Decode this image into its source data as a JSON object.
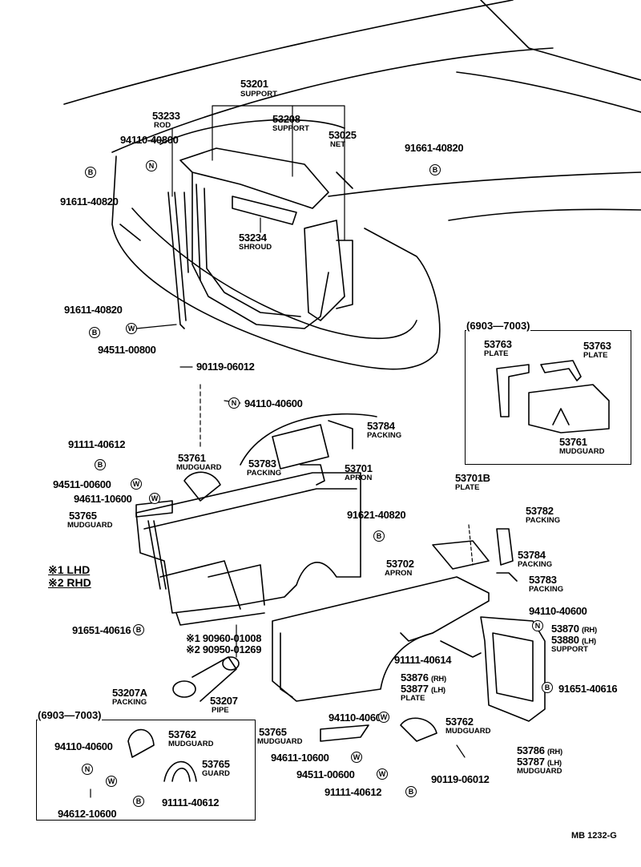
{
  "diagram_ref": "MB 1232-G",
  "legend": {
    "lhd": "※1 LHD",
    "rhd": "※2 RHD"
  },
  "inset_right": {
    "title": "(6903—7003)"
  },
  "inset_left": {
    "title": "(6903—7003)"
  },
  "labels": {
    "p53201": "53201",
    "p53201_n": "SUPPORT",
    "p53233": "53233",
    "p53233_n": "ROD",
    "p53208": "53208",
    "p53208_n": "SUPPORT",
    "p53025": "53025",
    "p53025_n": "NET",
    "p94110_40800": "94110-40800",
    "p91661_40820": "91661-40820",
    "p91611_40820a": "91611-40820",
    "p53234": "53234",
    "p53234_n": "SHROUD",
    "p91611_40820b": "91611-40820",
    "p94511_00800": "94511-00800",
    "p90119_06012a": "90119-06012",
    "p94110_40600a": "94110-40600",
    "p91111_40612a": "91111-40612",
    "p53761a": "53761",
    "p53761a_n": "MUDGUARD",
    "p53784a": "53784",
    "p53784a_n": "PACKING",
    "p53783a": "53783",
    "p53783a_n": "PACKING",
    "p53701": "53701",
    "p53701_n": "APRON",
    "p94511_00600a": "94511-00600",
    "p94611_10600a": "94611-10600",
    "p53765a": "53765",
    "p53765a_n": "MUDGUARD",
    "p91621_40820": "91621-40820",
    "p53701B": "53701B",
    "p53701B_n": "PLATE",
    "p53782": "53782",
    "p53782_n": "PACKING",
    "p53702": "53702",
    "p53702_n": "APRON",
    "p53784b": "53784",
    "p53784b_n": "PACKING",
    "p53783b": "53783",
    "p53783b_n": "PACKING",
    "p53763a": "53763",
    "p53763a_n": "PLATE",
    "p53763b": "53763",
    "p53763b_n": "PLATE",
    "p53761b": "53761",
    "p53761b_n": "MUDGUARD",
    "p91651_40616a": "91651-40616",
    "p90960_01008": "※1 90960-01008",
    "p90950_01269": "※2 90950-01269",
    "p94110_40600b": "94110-40600",
    "p53870": "53870",
    "p53870_s": "(RH)",
    "p53880": "53880",
    "p53880_s": "(LH)",
    "p53880_n": "SUPPORT",
    "p91111_40614": "91111-40614",
    "p53876": "53876",
    "p53876_s": "(RH)",
    "p53877": "53877",
    "p53877_s": "(LH)",
    "p53877_n": "PLATE",
    "p91651_40616b": "91651-40616",
    "p53207A": "53207A",
    "p53207A_n": "PACKING",
    "p53207": "53207",
    "p53207_n": "PIPE",
    "p94110_40600c": "94110-40600",
    "p53765b": "53765",
    "p53765b_n": "MUDGUARD",
    "p53762a": "53762",
    "p53762a_n": "MUDGUARD",
    "p94611_10600b": "94611-10600",
    "p94511_00600b": "94511-00600",
    "p90119_06012b": "90119-06012",
    "p91111_40612b": "91111-40612",
    "p53786": "53786",
    "p53786_s": "(RH)",
    "p53787": "53787",
    "p53787_s": "(LH)",
    "p53787_n": "MUDGUARD",
    "i94110_40600": "94110-40600",
    "i53762": "53762",
    "i53762_n": "MUDGUARD",
    "i53765": "53765",
    "i53765_n": "GUARD",
    "i91111_40612": "91111-40612",
    "i94612_10600": "94612-10600"
  },
  "symbols": {
    "bolt": "B",
    "nut": "N",
    "washer": "W"
  }
}
